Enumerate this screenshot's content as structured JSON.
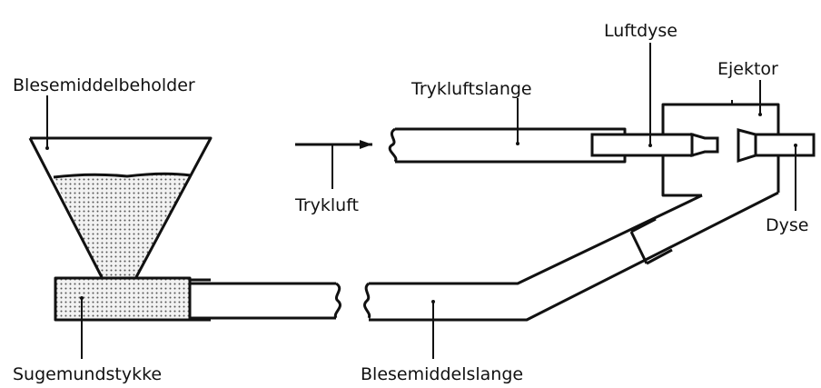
{
  "labels": {
    "hopper": "Blesemiddelbeholder",
    "suction_nozzle": "Sugemundstykke",
    "compressed_air": "Trykluft",
    "air_hose": "Trykluftslange",
    "air_nozzle": "Luftdyse",
    "ejector": "Ejektor",
    "nozzle": "Dyse",
    "abrasive_hose": "Blesemiddelslange"
  },
  "colors": {
    "line": "#111111",
    "fill_pattern": "#dcdcdc"
  }
}
